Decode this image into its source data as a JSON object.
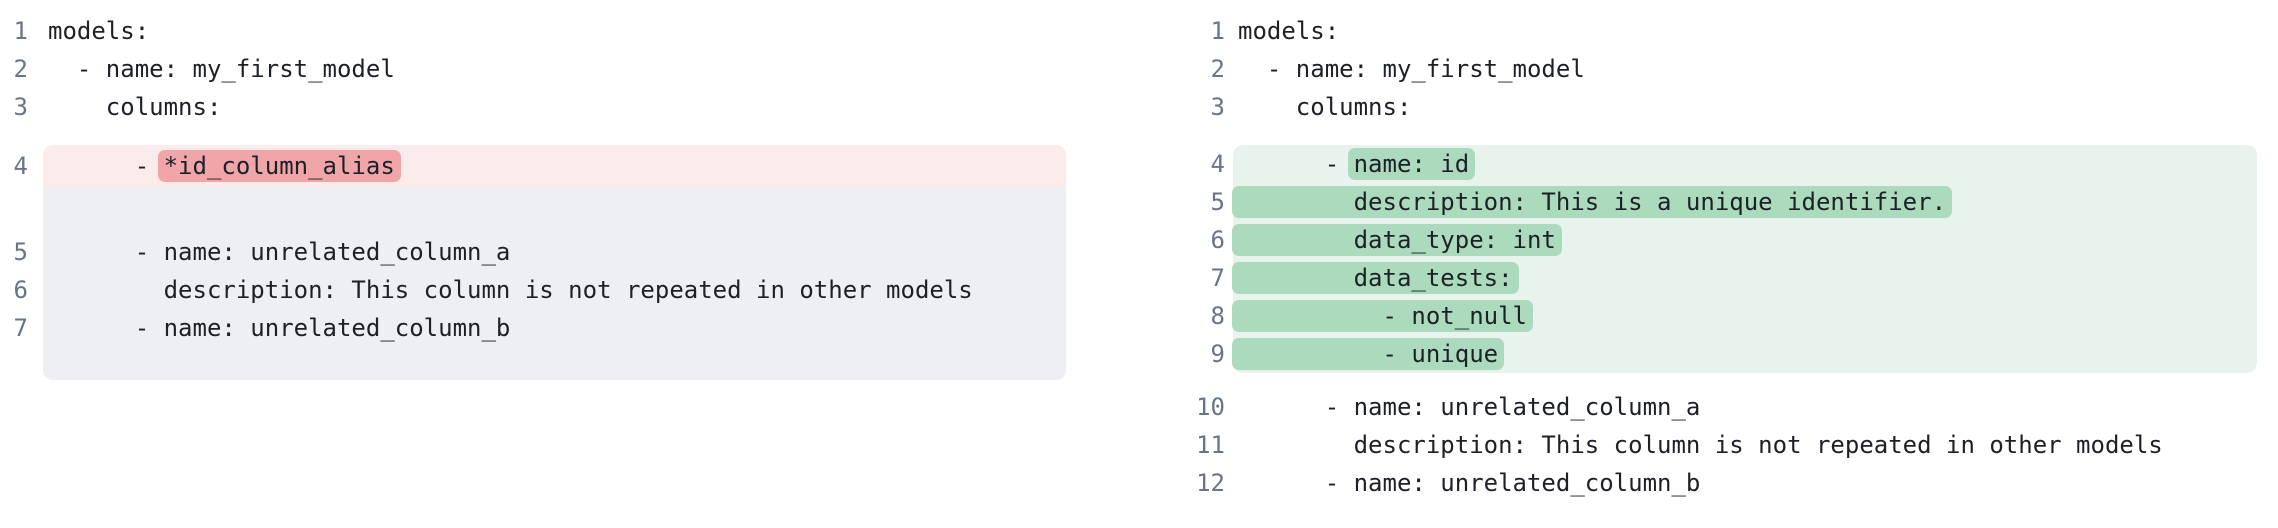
{
  "app": {
    "view_label": "yaml-diff-comparison"
  },
  "colors": {
    "removed_row_bg": "#fcebeb",
    "removed_highlight": "#f0a5a8",
    "added_row_bg": "#e9f3ee",
    "added_highlight": "#abdabc",
    "collapsed_spacer_bg": "#edeff2",
    "line_number": "#6a7489",
    "code_text": "#1c2128",
    "background": "#ffffff"
  },
  "diff": {
    "panels": [
      {
        "id": "before",
        "segments": [
          {
            "kind": "plain",
            "lines": [
              {
                "num": "1",
                "text": "models:"
              },
              {
                "num": "2",
                "text": "  - name: my_first_model"
              },
              {
                "num": "3",
                "text": "    columns:"
              }
            ]
          },
          {
            "kind": "block",
            "variant": "removed",
            "rows": [
              {
                "num": "4",
                "prefix": "      - ",
                "mark": "*id_column_alias"
              }
            ],
            "spacer": true
          },
          {
            "kind": "plain",
            "bottom": true,
            "lines": [
              {
                "num": "5",
                "text": "      - name: unrelated_column_a"
              },
              {
                "num": "6",
                "text": "        description: This column is not repeated in other models"
              },
              {
                "num": "7",
                "text": "      - name: unrelated_column_b"
              }
            ]
          }
        ]
      },
      {
        "id": "after",
        "segments": [
          {
            "kind": "plain",
            "lines": [
              {
                "num": "1",
                "text": "models:"
              },
              {
                "num": "2",
                "text": "  - name: my_first_model"
              },
              {
                "num": "3",
                "text": "    columns:"
              }
            ]
          },
          {
            "kind": "block",
            "variant": "added",
            "rows": [
              {
                "num": "4",
                "prefix": "      - ",
                "mark": "name: id"
              },
              {
                "num": "5",
                "prefix": "",
                "mark": "        description: This is a unique identifier."
              },
              {
                "num": "6",
                "prefix": "",
                "mark": "        data_type: int"
              },
              {
                "num": "7",
                "prefix": "",
                "mark": "        data_tests:"
              },
              {
                "num": "8",
                "prefix": "",
                "mark": "          - not_null"
              },
              {
                "num": "9",
                "prefix": "",
                "mark": "          - unique"
              }
            ],
            "spacer": false
          },
          {
            "kind": "plain",
            "bottom": true,
            "lines": [
              {
                "num": "10",
                "text": "      - name: unrelated_column_a"
              },
              {
                "num": "11",
                "text": "        description: This column is not repeated in other models"
              },
              {
                "num": "12",
                "text": "      - name: unrelated_column_b"
              }
            ]
          }
        ]
      }
    ]
  }
}
